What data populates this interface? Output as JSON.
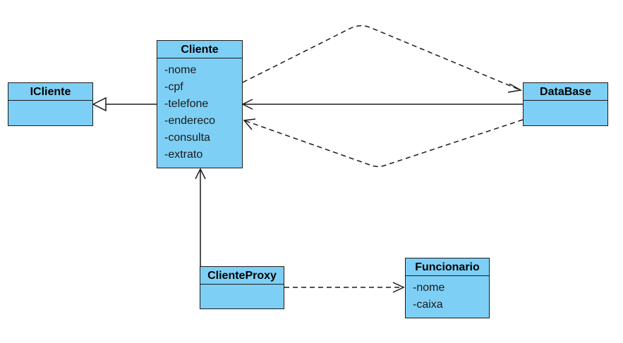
{
  "colors": {
    "class_fill": "#7ecff5",
    "stroke": "#1a1a1a"
  },
  "classes": {
    "icliente": {
      "name": "ICliente",
      "attributes": []
    },
    "cliente": {
      "name": "Cliente",
      "attributes": [
        "-nome",
        "-cpf",
        "-telefone",
        "-endereco",
        "-consulta",
        "-extrato"
      ]
    },
    "database": {
      "name": "DataBase",
      "attributes": []
    },
    "clienteproxy": {
      "name": "ClienteProxy",
      "attributes": []
    },
    "funcionario": {
      "name": "Funcionario",
      "attributes": [
        "-nome",
        "-caixa"
      ]
    }
  },
  "relations": [
    {
      "from": "Cliente",
      "to": "ICliente",
      "type": "realization"
    },
    {
      "from": "DataBase",
      "to": "Cliente",
      "type": "association"
    },
    {
      "from": "Cliente",
      "to": "DataBase",
      "type": "dependency"
    },
    {
      "from": "DataBase",
      "to": "Cliente",
      "type": "dependency"
    },
    {
      "from": "ClienteProxy",
      "to": "Cliente",
      "type": "association"
    },
    {
      "from": "ClienteProxy",
      "to": "Funcionario",
      "type": "dependency"
    }
  ]
}
